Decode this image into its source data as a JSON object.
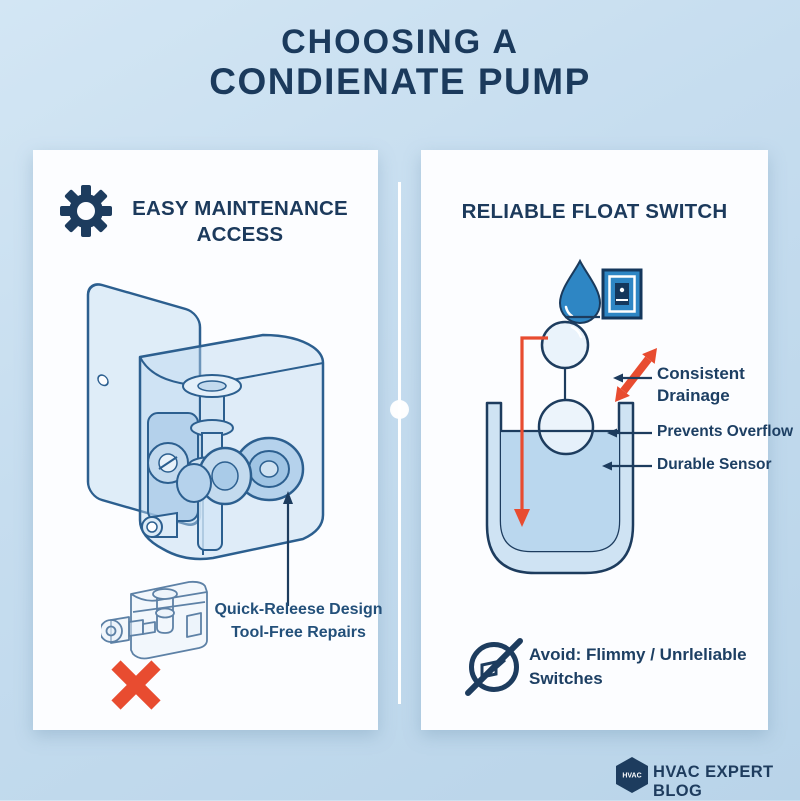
{
  "title": {
    "line1": "CHOOSING A",
    "line2": "CONDIENATE PUMP"
  },
  "left_panel": {
    "heading": "EASY MAINTENANCE ACCESS",
    "callout": {
      "line1": "Quick-Releese Design",
      "line2": "Tool-Free Repairs"
    }
  },
  "right_panel": {
    "heading": "RELIABLE FLOAT SWITCH",
    "labels": [
      {
        "text": "Consistent Drainage"
      },
      {
        "text": "Prevents Overflow"
      },
      {
        "text": "Durable Sensor"
      }
    ],
    "avoid": {
      "line1": "Avoid: Flimmy / Unrleliable",
      "line2": "Switches"
    }
  },
  "footer": {
    "logo_monogram": "HVAC",
    "brand": "HVAC EXPERT BLOG"
  },
  "icons": {
    "gear": "gear-icon",
    "water_drop": "water-drop-icon",
    "rocker_switch": "rocker-switch-icon",
    "prohibited": "no-flimsy-switch-icon",
    "red_x": "red-x-icon",
    "hexagon_logo": "hexagon-logo"
  },
  "colors": {
    "navy": "#1d3c5e",
    "accent_blue": "#2e86c4",
    "alert_red": "#e84c30",
    "background": "#c4dcee",
    "panel": "#fcfdff",
    "water": "#bad7ee",
    "illustration_line": "#2c5f8f"
  }
}
